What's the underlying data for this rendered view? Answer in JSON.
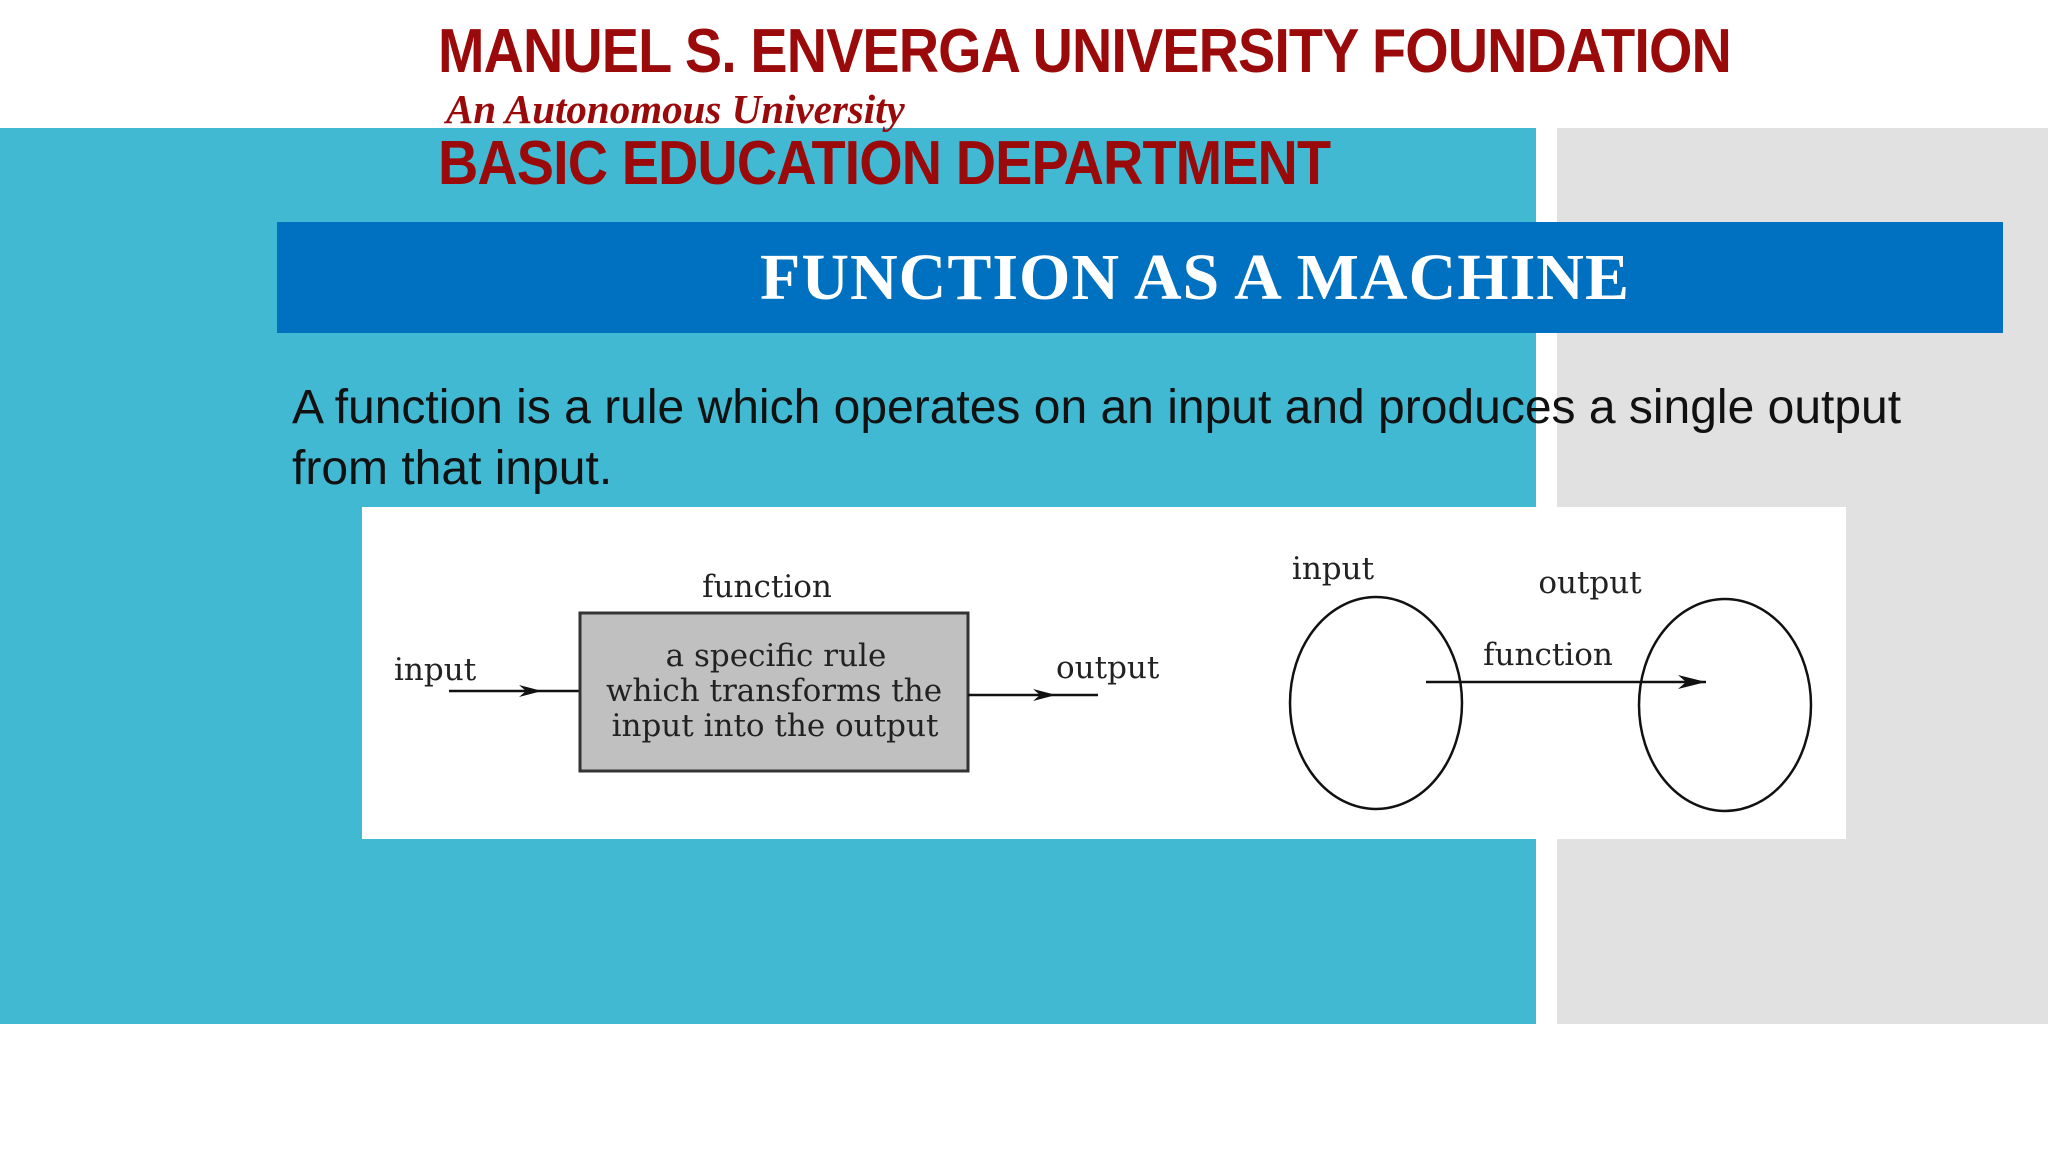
{
  "header": {
    "university_name": "MANUEL S. ENVERGA UNIVERSITY FOUNDATION",
    "university_tagline": "An Autonomous University",
    "department": "BASIC EDUCATION DEPARTMENT"
  },
  "slide": {
    "title": "FUNCTION AS A MACHINE",
    "definition": "A function is a rule which operates on an input and produces a single output from that input."
  },
  "diagram": {
    "machine": {
      "input_label": "input",
      "box_title": "function",
      "box_text": [
        "a specific rule",
        "which transforms the",
        "input into the output"
      ],
      "output_label": "output"
    },
    "mapping": {
      "input_label": "input",
      "output_label": "output",
      "arrow_label": "function"
    }
  },
  "colors": {
    "header_red": "#9b0a0a",
    "title_bar_blue": "#0070c0",
    "teal_background": "#41b9d3",
    "gray_background": "#e1e1e1",
    "machine_box_fill": "#c0c0c0"
  }
}
